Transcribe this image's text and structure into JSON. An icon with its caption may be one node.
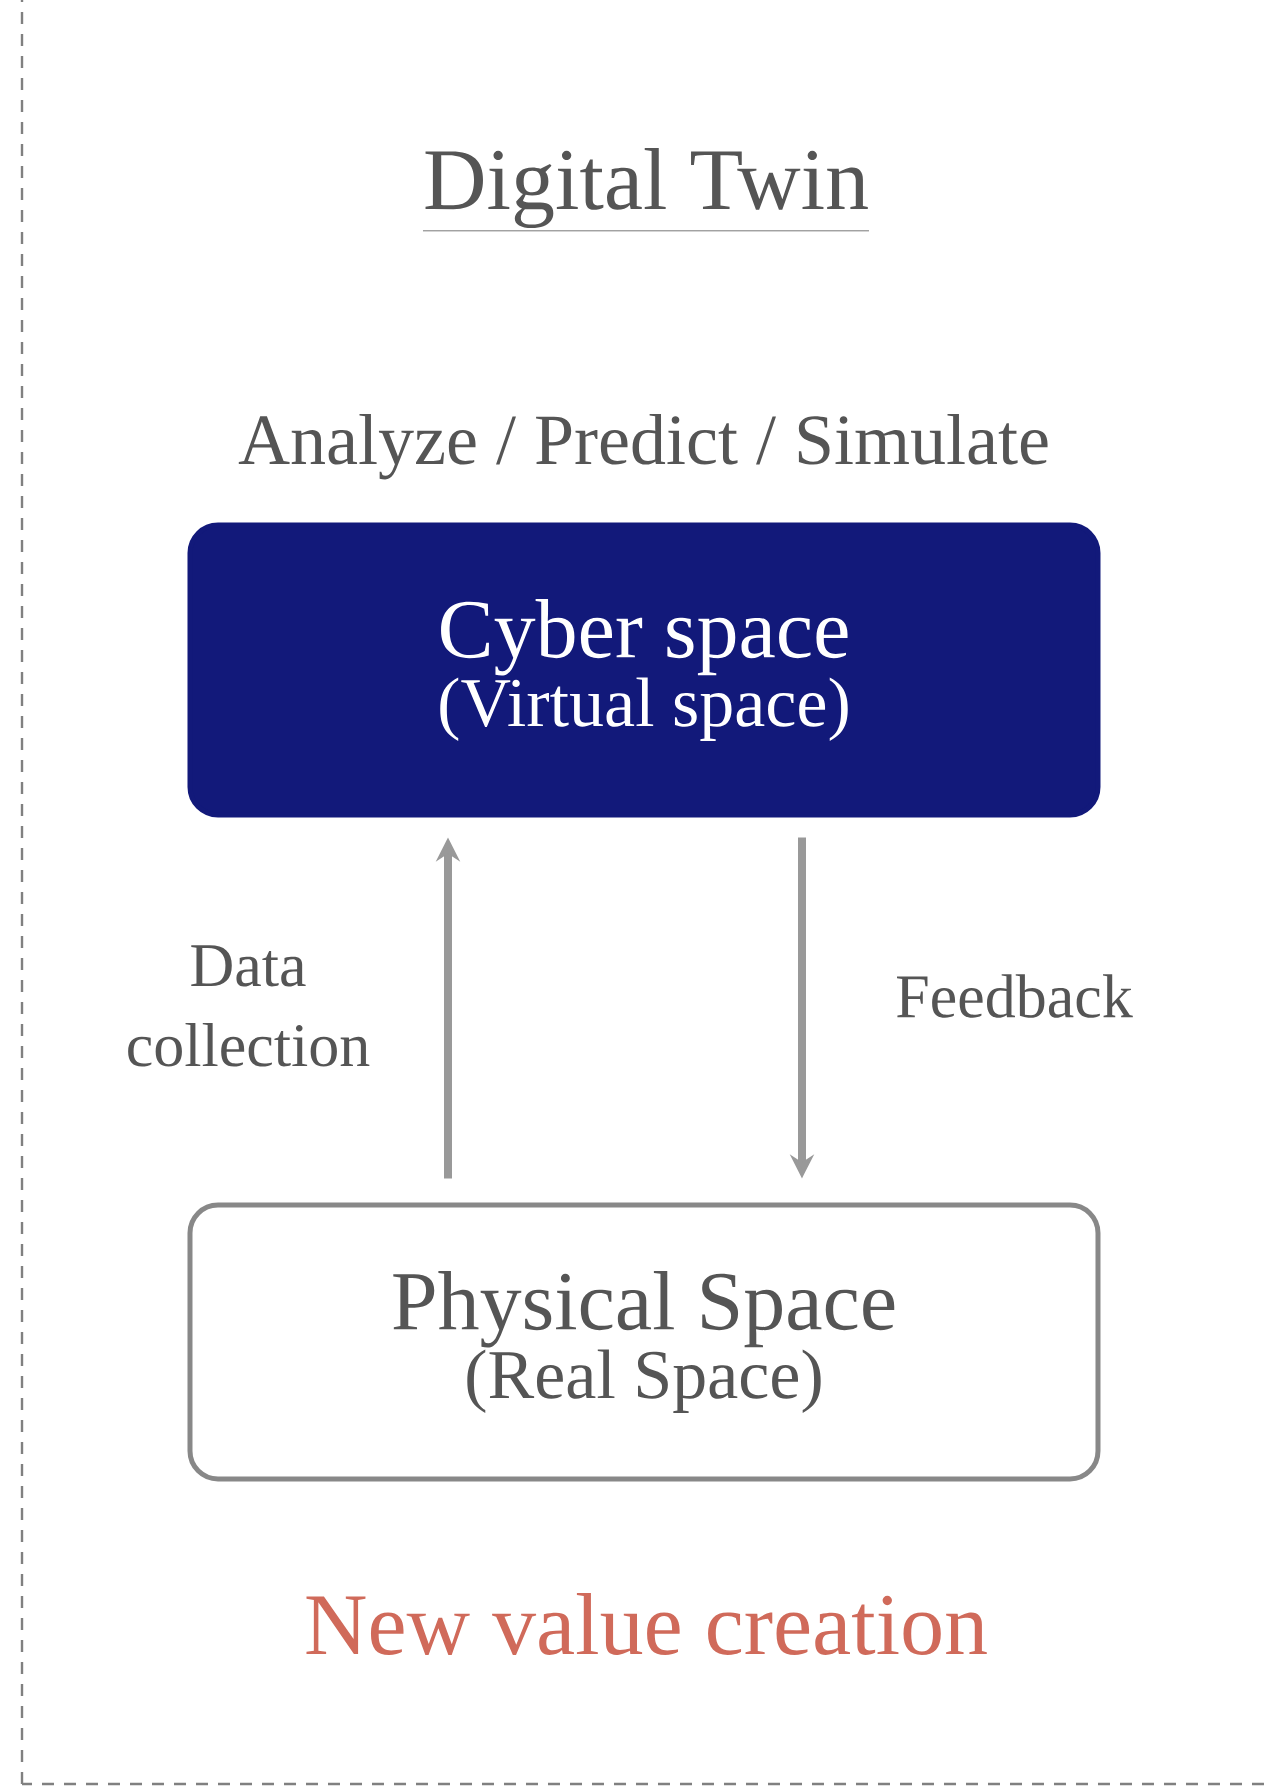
{
  "diagram": {
    "title": "Digital Twin",
    "nodes": [
      {
        "text": [
          "Cyber space",
          "(Virtual space)"
        ],
        "beside": [
          "Analyze / Predict / Simulate"
        ]
      },
      {
        "text": [
          "Physical Space",
          "(Real Space)"
        ]
      }
    ],
    "edges": [
      {
        "from": 1,
        "to": 0,
        "arrow": "to",
        "label": "Data collection",
        "color": "#999999"
      },
      {
        "from": 0,
        "to": 1,
        "arrow": "to",
        "label": "Feedback",
        "color": "#999999"
      }
    ],
    "labels": [
      "New value creation"
    ]
  }
}
